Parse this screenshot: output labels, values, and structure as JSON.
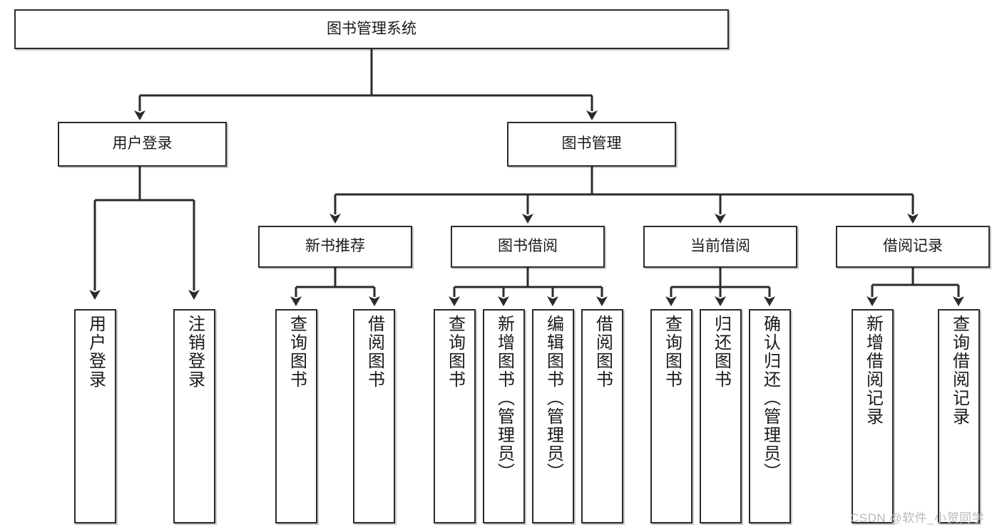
{
  "diagram": {
    "title": "图书管理系统",
    "watermark": "CSDN @软件_小贺同学",
    "theme": {
      "background": "#ffffff",
      "node_border": "#2b2b2b",
      "node_fill": "#ffffff",
      "edge_color": "#2b2b2b",
      "text_color": "#1a1a1a",
      "watermark_color": "#b9b9b9"
    },
    "nodes": {
      "root": {
        "label": "图书管理系统",
        "orientation": "horizontal"
      },
      "user_login": {
        "label": "用户登录",
        "orientation": "horizontal"
      },
      "book_manage": {
        "label": "图书管理",
        "orientation": "horizontal"
      },
      "new_book_rec": {
        "label": "新书推荐",
        "orientation": "horizontal"
      },
      "book_borrow": {
        "label": "图书借阅",
        "orientation": "horizontal"
      },
      "current_borrow": {
        "label": "当前借阅",
        "orientation": "horizontal"
      },
      "borrow_record": {
        "label": "借阅记录",
        "orientation": "horizontal"
      },
      "leaf_user_login": {
        "label": "用户登录",
        "orientation": "vertical"
      },
      "leaf_logout": {
        "label": "注销登录",
        "orientation": "vertical"
      },
      "leaf_query_book_1": {
        "label": "查询图书",
        "orientation": "vertical"
      },
      "leaf_borrow_book_1": {
        "label": "借阅图书",
        "orientation": "vertical"
      },
      "leaf_query_book_2": {
        "label": "查询图书",
        "orientation": "vertical"
      },
      "leaf_add_book": {
        "label": "新增图书（管理员）",
        "orientation": "vertical"
      },
      "leaf_edit_book": {
        "label": "编辑图书（管理员）",
        "orientation": "vertical"
      },
      "leaf_borrow_book_2": {
        "label": "借阅图书",
        "orientation": "vertical"
      },
      "leaf_query_book_3": {
        "label": "查询图书",
        "orientation": "vertical"
      },
      "leaf_return_book": {
        "label": "归还图书",
        "orientation": "vertical"
      },
      "leaf_confirm_return": {
        "label": "确认归还（管理员）",
        "orientation": "vertical"
      },
      "leaf_add_record": {
        "label": "新增借阅记录",
        "orientation": "vertical"
      },
      "leaf_query_record": {
        "label": "查询借阅记录",
        "orientation": "vertical"
      }
    },
    "hierarchy": {
      "图书管理系统": {
        "用户登录": [
          "用户登录",
          "注销登录"
        ],
        "图书管理": {
          "新书推荐": [
            "查询图书",
            "借阅图书"
          ],
          "图书借阅": [
            "查询图书",
            "新增图书（管理员）",
            "编辑图书（管理员）",
            "借阅图书"
          ],
          "当前借阅": [
            "查询图书",
            "归还图书",
            "确认归还（管理员）"
          ],
          "借阅记录": [
            "新增借阅记录",
            "查询借阅记录"
          ]
        }
      }
    }
  }
}
